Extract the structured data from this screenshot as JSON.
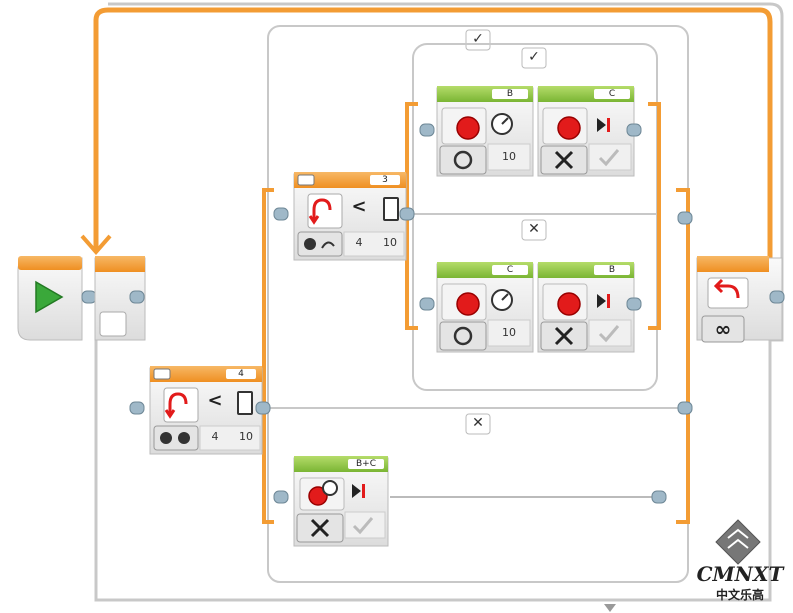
{
  "loop": {
    "mode_icon": "infinity-icon",
    "loop_icon": "loop-arrow-icon"
  },
  "start": {
    "icon": "play-triangle-icon"
  },
  "switch_outer": {
    "port": "4",
    "operator": "<",
    "threshold": "10",
    "compare_value": "4",
    "true_tab": "✓",
    "false_tab": "✕"
  },
  "switch_inner": {
    "port": "3",
    "operator": "<",
    "threshold": "10",
    "compare_value": "4",
    "true_tab": "✓",
    "false_tab": "✕"
  },
  "blocks": {
    "inner_true_motor1": {
      "port": "B",
      "power": "10"
    },
    "inner_true_motor2": {
      "port": "C"
    },
    "inner_false_motor1": {
      "port": "C",
      "power": "10"
    },
    "inner_false_motor2": {
      "port": "B"
    },
    "outer_false_move": {
      "port": "B+C"
    }
  },
  "watermark": {
    "brand": "CMNXT",
    "subtitle": "中文乐高"
  },
  "colors": {
    "orange": "#f39c34",
    "green": "#8cc63f",
    "red": "#e21b1b",
    "frame": "#c8c8c8"
  }
}
